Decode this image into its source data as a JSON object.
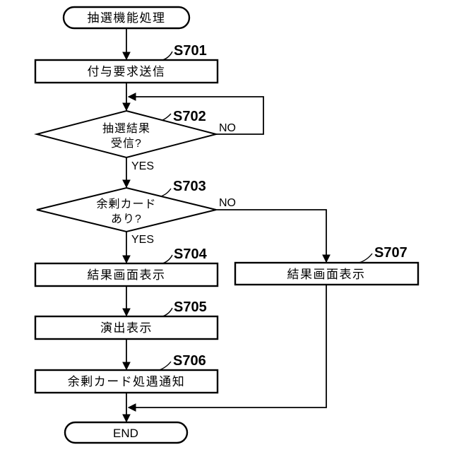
{
  "figure": {
    "background": "#ffffff",
    "line_color": "#000000",
    "start": {
      "label": "抽選機能処理"
    },
    "end": {
      "label": "END"
    },
    "labels": {
      "yes": "YES",
      "no": "NO"
    },
    "steps": {
      "s701": {
        "id": "S701",
        "label": "付与要求送信",
        "type": "process"
      },
      "s702": {
        "id": "S702",
        "line1": "抽選結果",
        "line2": "受信?",
        "type": "decision"
      },
      "s703": {
        "id": "S703",
        "line1": "余剰カード",
        "line2": "あり?",
        "type": "decision"
      },
      "s704": {
        "id": "S704",
        "label": "結果画面表示",
        "type": "process"
      },
      "s705": {
        "id": "S705",
        "label": "演出表示",
        "type": "process"
      },
      "s706": {
        "id": "S706",
        "label": "余剰カード処遇通知",
        "type": "process"
      },
      "s707": {
        "id": "S707",
        "label": "結果画面表示",
        "type": "process"
      }
    }
  }
}
